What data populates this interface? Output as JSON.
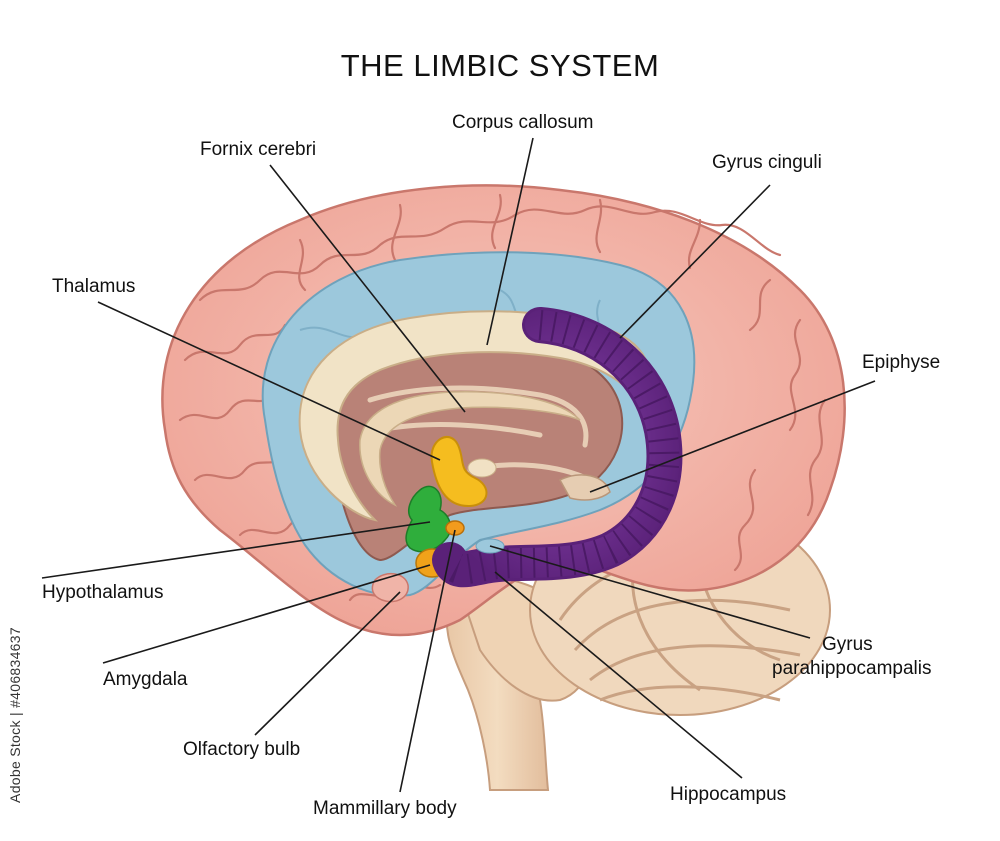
{
  "title": "THE LIMBIC SYSTEM",
  "labels": {
    "corpus_callosum": "Corpus callosum",
    "fornix_cerebri": "Fornix cerebri",
    "gyrus_cinguli": "Gyrus cinguli",
    "thalamus": "Thalamus",
    "epiphyse": "Epiphyse",
    "hypothalamus": "Hypothalamus",
    "gyrus_para_line1": "Gyrus",
    "gyrus_para_line2": "parahippocampalis",
    "amygdala": "Amygdala",
    "olfactory_bulb": "Olfactory bulb",
    "hippocampus": "Hippocampus",
    "mammillary_body": "Mammillary body"
  },
  "watermark": "Adobe Stock | #406834637",
  "colors": {
    "cortex": "#f2b3a8",
    "cortex_lines": "#c9776c",
    "cingulate": "#9cc8dc",
    "corpus_callosum": "#f1e3c6",
    "brainstem": "#eecfb0",
    "interior": "#b98277",
    "thalamus": "#f5bd1f",
    "hypothalamus": "#2fae3c",
    "amygdala": "#f0a21a",
    "hippocampus": "#6a2d8c",
    "leader_line": "#1a1a1a"
  }
}
